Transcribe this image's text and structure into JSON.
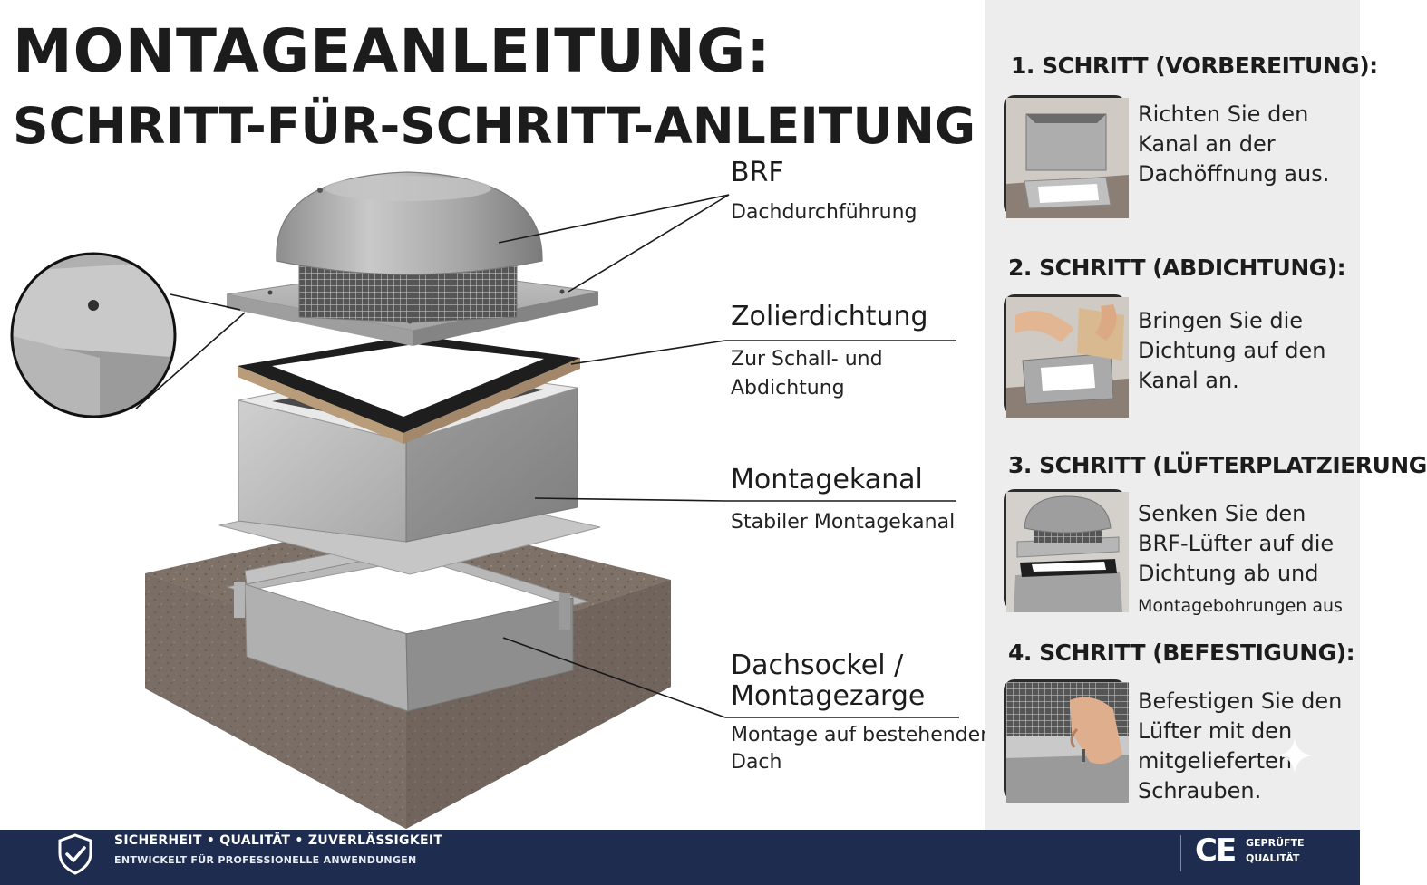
{
  "title": "MONTAGEANLEITUNG:",
  "subtitle": "SCHRITT-FÜR-SCHRITT-ANLEITUNG",
  "components": [
    {
      "name": "BRF",
      "description": [
        "Dachdurchführung"
      ]
    },
    {
      "name": "Zolierdichtung",
      "description": [
        "Zur Schall- und",
        "Abdichtung"
      ]
    },
    {
      "name": "Montagekanal",
      "description": [
        "Stabiler Montagekanal"
      ]
    },
    {
      "name": [
        "Dachsockel /",
        "Montagezarge"
      ],
      "description": [
        "Montage auf bestehendem",
        "Dach"
      ]
    }
  ],
  "steps": [
    {
      "heading": "1. SCHRITT (VORBEREITUNG):",
      "lines": [
        "Richten Sie den",
        "Kanal an der",
        "Dachöffnung aus."
      ]
    },
    {
      "heading": "2. SCHRITT (ABDICHTUNG):",
      "lines": [
        "Bringen Sie die",
        "Dichtung auf den",
        "Kanal an."
      ]
    },
    {
      "heading": "3. SCHRITT (LÜFTERPLATZIERUNG",
      "lines": [
        "Senken Sie den",
        "BRF-Lüfter auf die",
        "Dichtung ab und",
        "Montagebohrungen aus"
      ]
    },
    {
      "heading": "4. SCHRITT (BEFESTIGUNG):",
      "lines": [
        "Befestigen Sie den",
        "Lüfter mit den",
        "mitgelieferten",
        "Schrauben."
      ]
    }
  ],
  "footer": {
    "tagline": "SICHERHEIT • QUALITÄT • ZUVERLÄSSIGKEIT",
    "subline": "ENTWICKELT FÜR PROFESSIONELLE ANWENDUNGEN",
    "ce_mark": "CE",
    "certified": [
      "GEPRÜFTE",
      "QUALITÄT"
    ]
  },
  "colors": {
    "footer_bg": "#1e2d4f",
    "steps_panel_bg": "#ededed",
    "concrete": "#7d7168",
    "metal": "#b5b5b5"
  },
  "icons": [
    "shield-check-icon",
    "ce-mark-icon",
    "sparkle-icon"
  ]
}
